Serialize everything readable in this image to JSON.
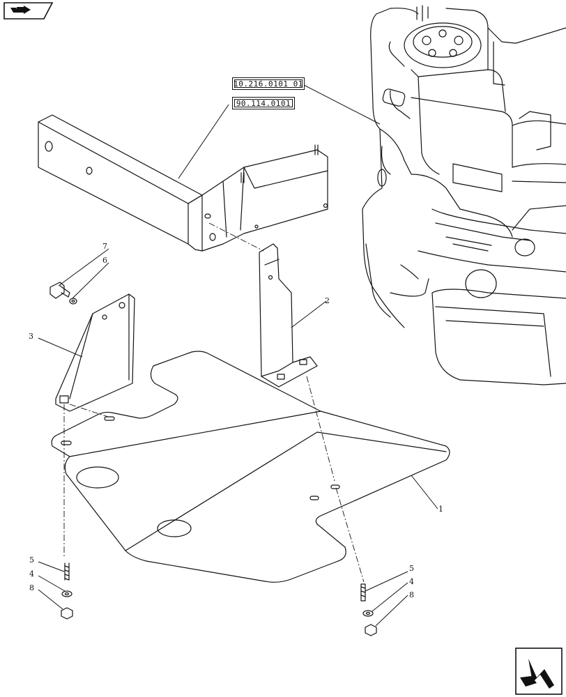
{
  "references": [
    {
      "id": "ref-10-216",
      "label": "10.216.0101 01"
    },
    {
      "id": "ref-90-114",
      "label": "90.114.0101"
    }
  ],
  "callouts": [
    "1",
    "2",
    "3",
    "4",
    "4",
    "5",
    "5",
    "6",
    "7",
    "8",
    "8"
  ],
  "icons": {
    "top_left": "previous-page-icon",
    "bottom_right": "next-page-icon"
  }
}
